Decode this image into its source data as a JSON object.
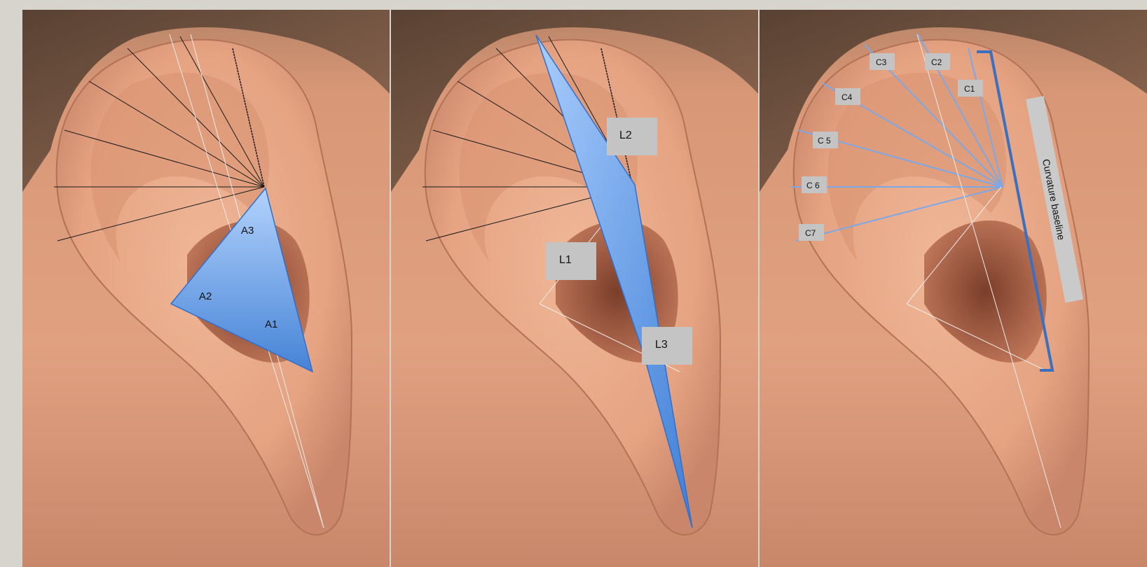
{
  "diagram": {
    "panels": [
      {
        "id": "angles",
        "labels": [
          "A1",
          "A2",
          "A3"
        ]
      },
      {
        "id": "lengths",
        "labels": [
          "L1",
          "L2",
          "L3"
        ]
      },
      {
        "id": "curvature",
        "labels": [
          "C1",
          "C2",
          "C3",
          "C4",
          "C 5",
          "C 6",
          "C7"
        ],
        "baseline_label": "Curvature  baseline"
      }
    ]
  },
  "colors": {
    "background": "#d6d4cc",
    "skin_light": "#e8a988",
    "skin_mid": "#d4876a",
    "skin_dark": "#9a5a3f",
    "hair": "#5a4535",
    "shape_fill_top": "#a8cbfb",
    "shape_fill_bottom": "#4a86d8",
    "shape_stroke": "#2f6fcf",
    "label_box": "#c4c4c4",
    "guide_dark": "#1a1a1a",
    "guide_light": "#f2ecea",
    "guide_blue": "#7aa8e8",
    "bracket": "#3b6fc0"
  }
}
